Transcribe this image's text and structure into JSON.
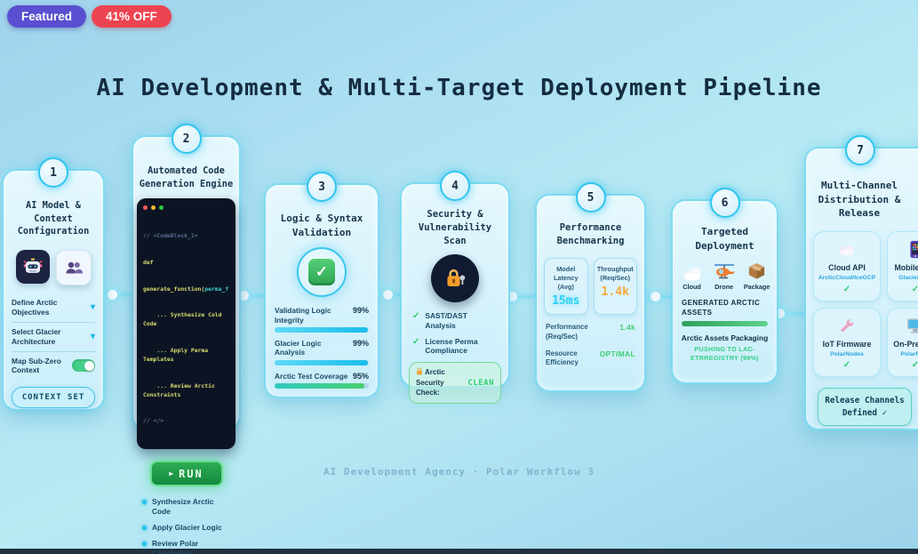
{
  "page": {
    "featured_badge": "Featured",
    "discount_badge": "41% OFF",
    "title": "AI Development & Multi-Target Deployment Pipeline",
    "footer": "AI Development Agency · Polar Workflow 3"
  },
  "glyphs": {
    "chevron_down": "▾",
    "play": "▶",
    "check": "✓"
  },
  "colors": {
    "accent_cyan": "#27c6ef",
    "success_green": "#2fcf70",
    "warning_orange": "#f5a93d",
    "featured_purple": "#5a4fd0",
    "discount_red": "#ee4350",
    "navy": "#152c40",
    "code_bg": "#0c1424"
  },
  "stage1": {
    "number": "1",
    "title": "AI Model & Context Configuration",
    "icons": [
      "robot-icon",
      "team-icon"
    ],
    "rows": [
      {
        "label": "Define Arctic Objectives"
      },
      {
        "label": "Select Glacier Architecture"
      },
      {
        "label": "Map Sub-Zero Context"
      }
    ],
    "toggle_on": true,
    "button": "CONTEXT SET"
  },
  "stage2": {
    "number": "2",
    "title": "Automated Code Generation Engine",
    "code": {
      "line1": "// <CodeBlock_1>",
      "line2": "def",
      "line3a": "generate_function(",
      "line3b": "perma_frost",
      "line3c": "):",
      "line4": "    ... Synthesize Cold Code",
      "line5": "    ... Apply Perma Templates",
      "line6": "    ... Review Arctic Constraints",
      "line7": "// </>"
    },
    "run_button": "RUN",
    "bullets": [
      {
        "label": "Synthesize Arctic Code"
      },
      {
        "label": "Apply Glacier Logic"
      },
      {
        "label": "Review Polar Constraints"
      }
    ]
  },
  "stage3": {
    "number": "3",
    "title": "Logic & Syntax Validation",
    "icon": "check-icon",
    "metrics": [
      {
        "label": "Validating Logic Integrity",
        "value": "99%",
        "pct": 99
      },
      {
        "label": "Glacier Logic Analysis",
        "value": "99%",
        "pct": 99
      },
      {
        "label": "Arctic Test Coverage",
        "value": "95%",
        "pct": 95
      }
    ]
  },
  "stage4": {
    "number": "4",
    "title": "Security & Vulnerability Scan",
    "icon": "lock-icon",
    "checks": [
      {
        "label": "SAST/DAST Analysis"
      },
      {
        "label": "License Perma Compliance"
      }
    ],
    "result": {
      "label": "Arctic Security Check:",
      "value": "CLEAN"
    }
  },
  "stage5": {
    "number": "5",
    "title": "Performance Benchmarking",
    "stats": [
      {
        "label": "Model Latency (Avg)",
        "value": "15ms"
      },
      {
        "label": "Throughput (Req/Sec)",
        "value": "1.4k"
      }
    ],
    "rows": [
      {
        "label": "Performance (Req/Sec)",
        "value": "1.4k"
      },
      {
        "label": "Resource Efficiency",
        "value": "OPTIMAL"
      }
    ]
  },
  "stage6": {
    "number": "6",
    "title": "Targeted Deployment",
    "targets": [
      {
        "icon": "cloud-icon",
        "label": "Cloud"
      },
      {
        "icon": "drone-icon",
        "label": "Drone"
      },
      {
        "icon": "package-icon",
        "label": "Package"
      }
    ],
    "assets_title": "GENERATED ARCTIC ASSETS",
    "assets_pct": 100,
    "packaging_label": "Arctic Assets Packaging",
    "status": "PUSHING TO LAC-ETRREGISTRY (99%)"
  },
  "stage7": {
    "number": "7",
    "title": "Multi-Channel Distribution & Release",
    "channels": [
      {
        "icon": "cloud-icon",
        "name": "Cloud API",
        "platform": "ArcticCloud/IceGCP",
        "check": "✓"
      },
      {
        "icon": "mobile-icon",
        "name": "Mobile App",
        "platform": "GlacierSDK",
        "check": "✓"
      },
      {
        "icon": "wrench-icon",
        "name": "IoT Firmware",
        "platform": "PolarNodes",
        "check": "✓"
      },
      {
        "icon": "desktop-icon",
        "name": "On-Premise",
        "platform": "PolarRack",
        "check": "✓"
      }
    ],
    "button": "Release Channels Defined ✓"
  }
}
